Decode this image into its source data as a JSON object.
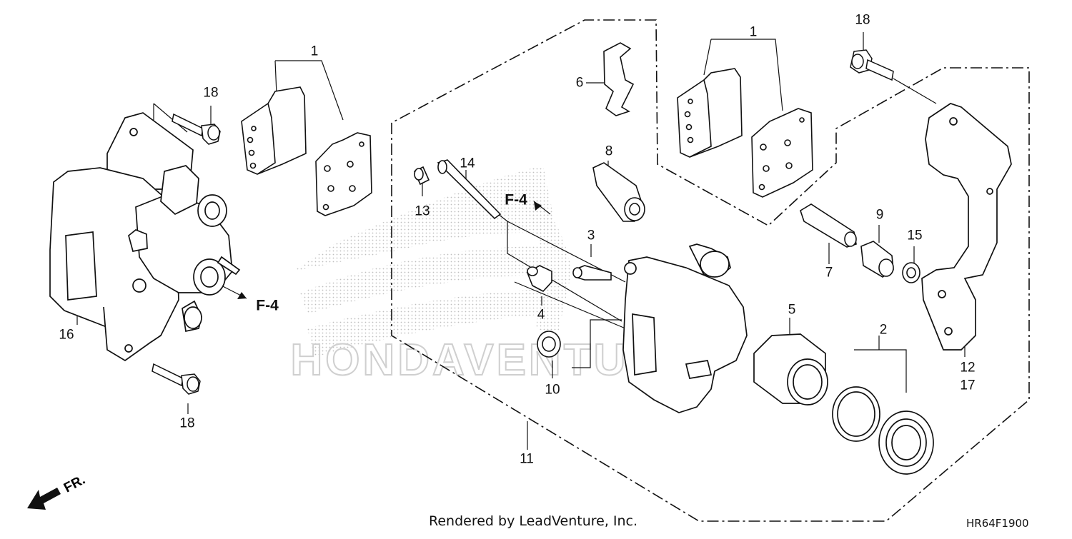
{
  "callouts": {
    "c1a": "1",
    "c1b": "1",
    "c2": "2",
    "c3": "3",
    "c4": "4",
    "c5": "5",
    "c6": "6",
    "c7": "7",
    "c8": "8",
    "c9": "9",
    "c10": "10",
    "c11": "11",
    "c12": "12",
    "c17": "17",
    "c13": "13",
    "c14": "14",
    "c15": "15",
    "c16": "16",
    "c18a": "18",
    "c18b": "18",
    "c18c": "18"
  },
  "refs": {
    "f4_left": "F-4",
    "f4_center": "F-4"
  },
  "direction": {
    "label": "FR."
  },
  "watermark": {
    "text": "HONDAVENTURE"
  },
  "footer": {
    "rendered_by": "Rendered by LeadVenture, Inc.",
    "diagram_code": "HR64F1900"
  }
}
